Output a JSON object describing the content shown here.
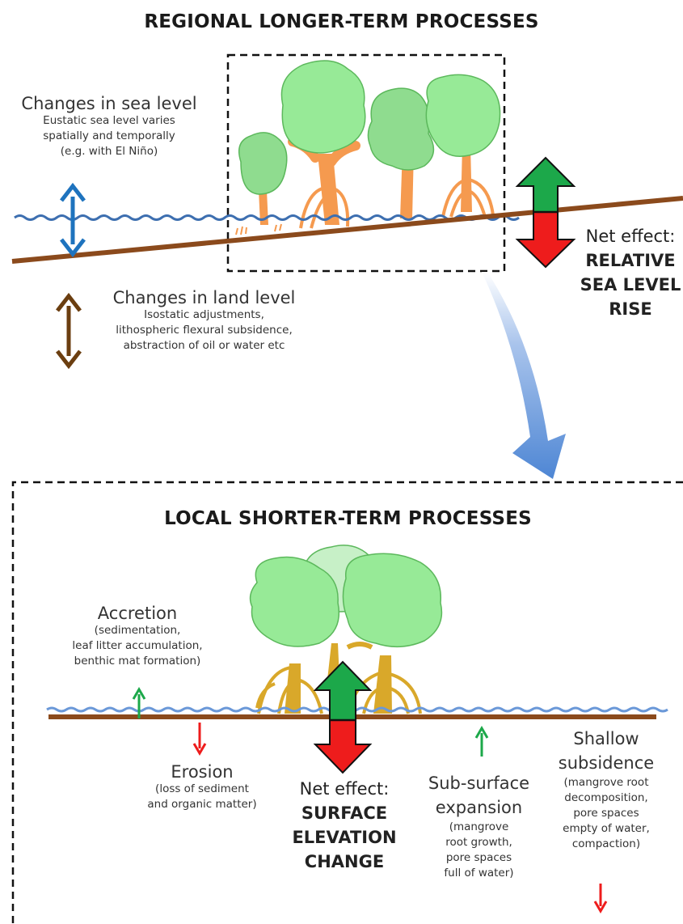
{
  "regional": {
    "title": "REGIONAL LONGER-TERM PROCESSES",
    "sea_level": {
      "heading": "Changes in sea level",
      "lines": [
        "Eustatic sea level varies",
        "spatially and temporally",
        "(e.g. with El Niño)"
      ]
    },
    "land_level": {
      "heading": "Changes in land level",
      "lines": [
        "Isostatic adjustments,",
        "lithospheric flexural subsidence,",
        "abstraction of oil or water etc"
      ]
    },
    "net_effect": {
      "label": "Net effect:",
      "lines": [
        "RELATIVE",
        "SEA LEVEL",
        "RISE"
      ]
    }
  },
  "local": {
    "title": "LOCAL SHORTER-TERM PROCESSES",
    "accretion": {
      "heading": "Accretion",
      "lines": [
        "(sedimentation,",
        "leaf litter accumulation,",
        "benthic mat formation)"
      ]
    },
    "erosion": {
      "heading": "Erosion",
      "lines": [
        "(loss of sediment",
        "and organic matter)"
      ]
    },
    "net_effect": {
      "label": "Net effect:",
      "lines": [
        "SURFACE",
        "ELEVATION",
        "CHANGE"
      ]
    },
    "subsurface": {
      "heading_lines": [
        "Sub-surface",
        "expansion"
      ],
      "lines": [
        "(mangrove",
        "root growth,",
        "pore spaces",
        "full of water)"
      ]
    },
    "subsidence": {
      "heading_lines": [
        "Shallow",
        "subsidence"
      ],
      "lines": [
        "(mangrove root",
        "decomposition,",
        "pore spaces",
        "empty of water,",
        "compaction)"
      ]
    }
  },
  "colors": {
    "water": "#3d6fb0",
    "ground": "#8b4a1c",
    "canopy": "#8fe28f",
    "canopy_edge": "#4caf50",
    "trunk_upper": "#f59a4f",
    "trunk_lower": "#d9a82a",
    "arrow_up": "#1ca84a",
    "arrow_down": "#ee1c1c",
    "sea_arrow": "#1e73be",
    "land_arrow": "#6b3e10",
    "flow_arrow": "#5b8fd6"
  }
}
